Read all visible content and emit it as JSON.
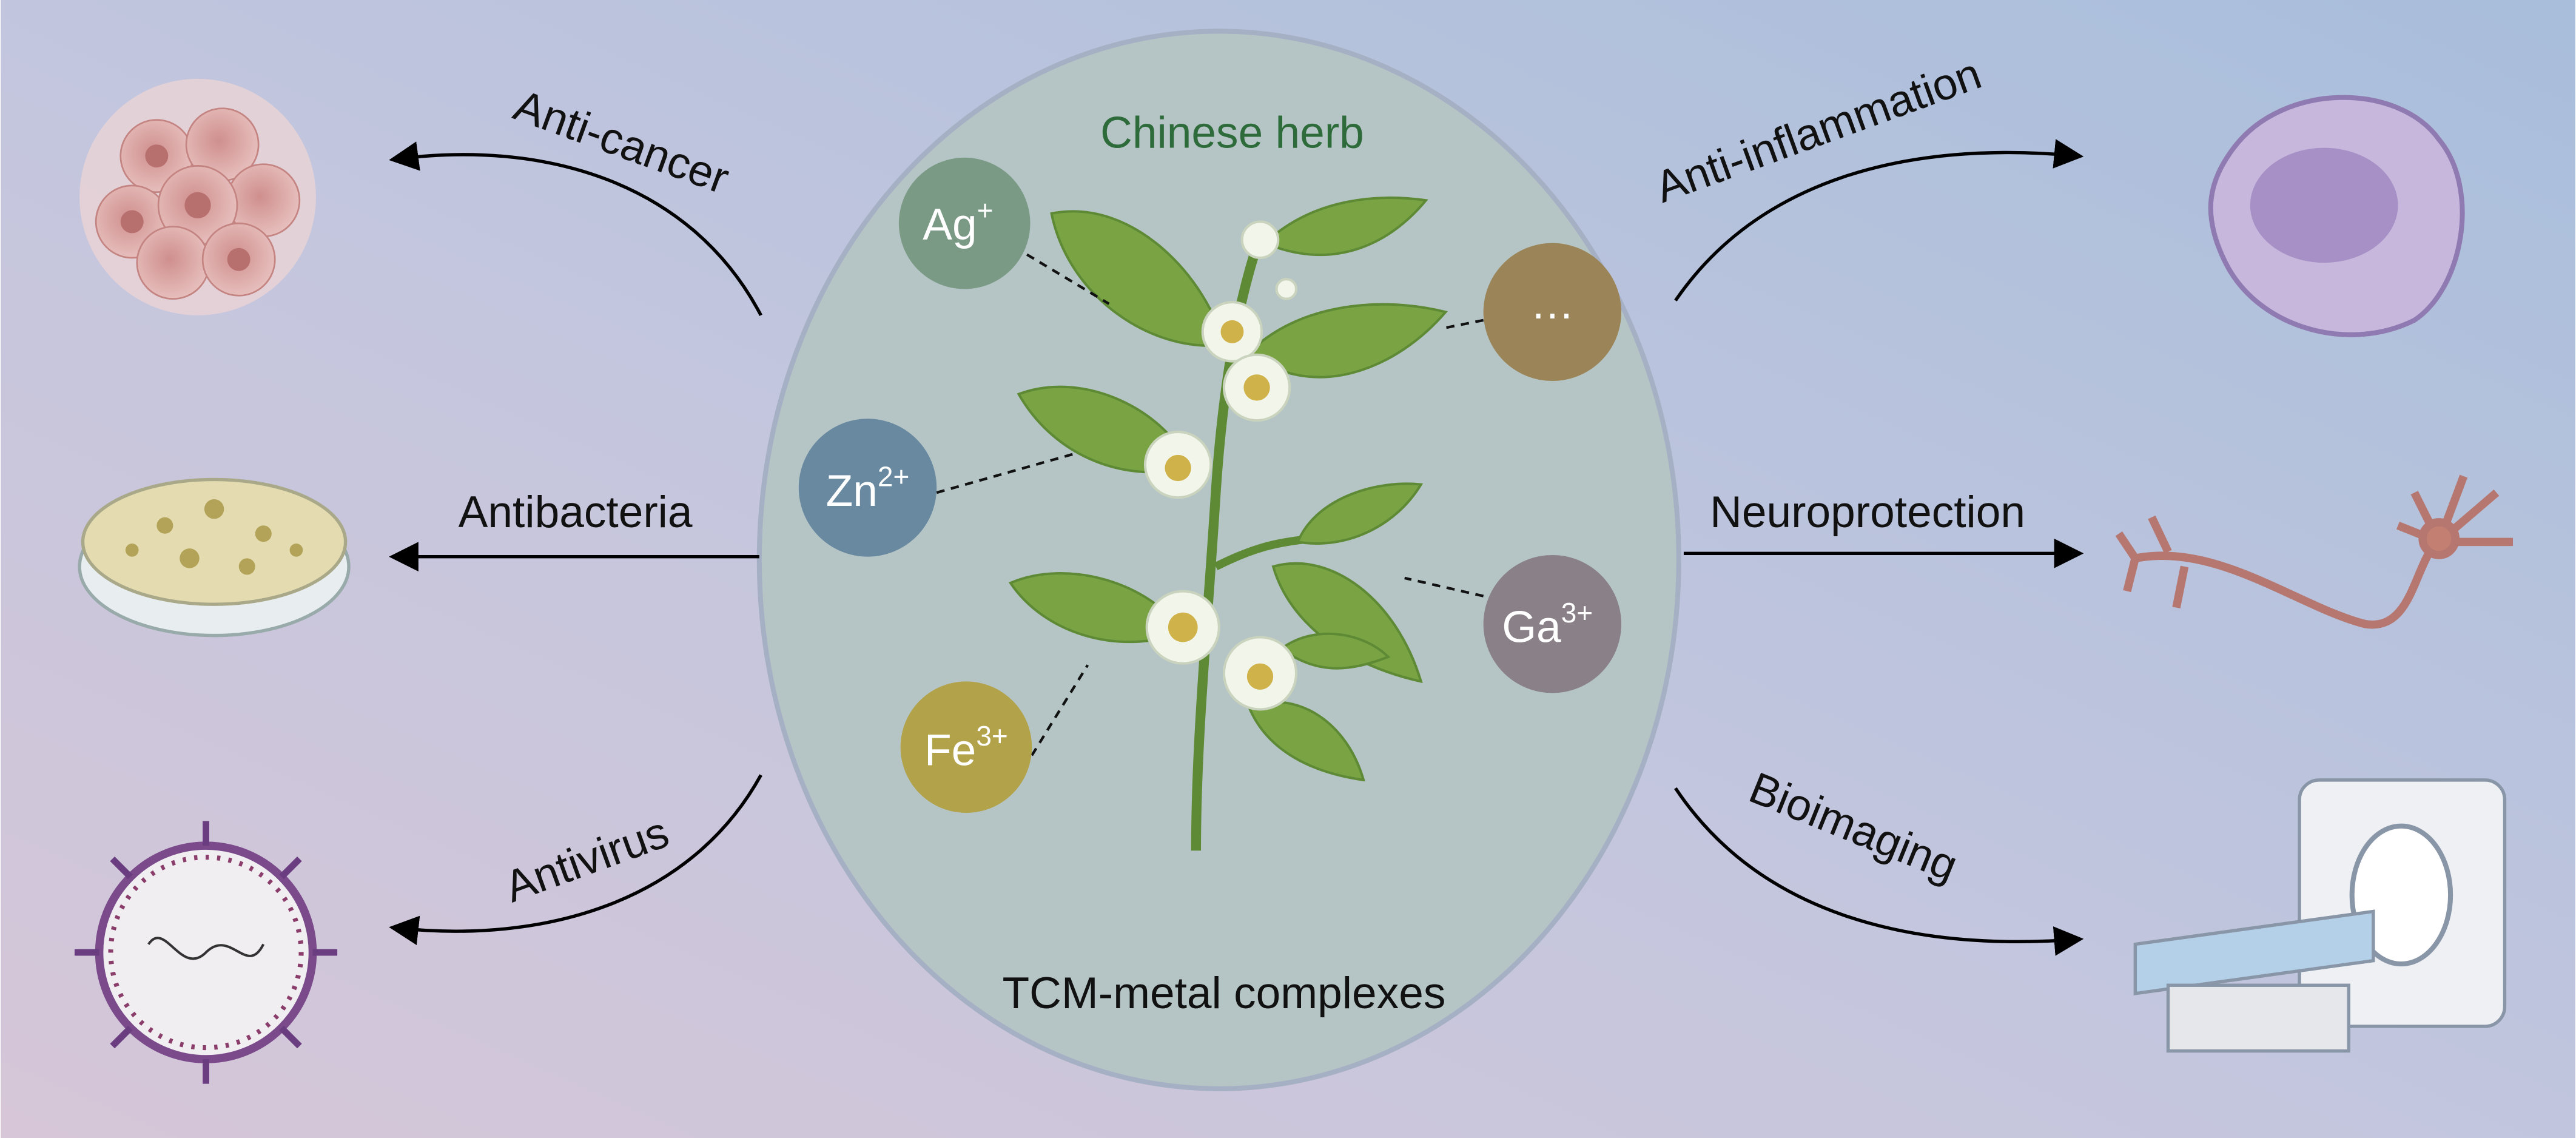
{
  "center": {
    "title": "Chinese herb",
    "caption": "TCM-metal complexes",
    "ions": [
      {
        "base": "Ag",
        "charge": "+",
        "color": "#7a9a86"
      },
      {
        "base": "Zn",
        "charge": "2+",
        "color": "#6889a0"
      },
      {
        "base": "Fe",
        "charge": "3+",
        "color": "#b2a24a"
      },
      {
        "base": "…",
        "charge": "",
        "color": "#9b8558"
      },
      {
        "base": "Ga",
        "charge": "3+",
        "color": "#8a8088"
      }
    ]
  },
  "applications": {
    "left": [
      "Anti-cancer",
      "Antibacteria",
      "Antivirus"
    ],
    "right": [
      "Anti-inflammation",
      "Neuroprotection",
      "Bioimaging"
    ]
  },
  "colors": {
    "title_green": "#2e6b3b",
    "circle_fill": "#b5c5c5",
    "leaf": "#7aa444",
    "bg_left": "#d2c6da",
    "bg_right": "#a8bedb"
  }
}
